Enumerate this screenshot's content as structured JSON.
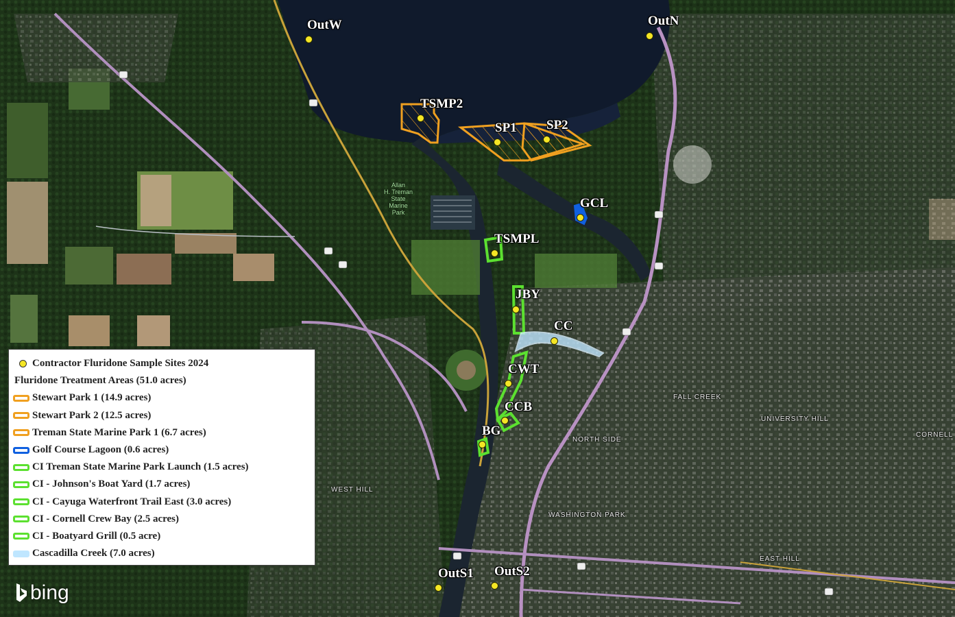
{
  "map": {
    "sample_sites": [
      {
        "id": "OutW",
        "label": "OutW"
      },
      {
        "id": "OutN",
        "label": "OutN"
      },
      {
        "id": "TSMP2",
        "label": "TSMP2"
      },
      {
        "id": "SP1",
        "label": "SP1"
      },
      {
        "id": "SP2",
        "label": "SP2"
      },
      {
        "id": "GCL",
        "label": "GCL"
      },
      {
        "id": "TSMPL",
        "label": "TSMPL"
      },
      {
        "id": "JBY",
        "label": "JBY"
      },
      {
        "id": "CC",
        "label": "CC"
      },
      {
        "id": "CWT",
        "label": "CWT"
      },
      {
        "id": "CCB",
        "label": "CCB"
      },
      {
        "id": "BG",
        "label": "BG"
      },
      {
        "id": "OutS1",
        "label": "OutS1"
      },
      {
        "id": "OutS2",
        "label": "OutS2"
      }
    ],
    "place_labels": {
      "fall_creek": "FALL CREEK",
      "university_hill": "UNIVERSITY HILL",
      "cornell": "CORNELL",
      "north_side": "NORTH SIDE",
      "west_hill": "WEST HILL",
      "washington_park": "WASHINGTON PARK",
      "east_hill": "EAST HILL"
    },
    "park_label": "Allan\nH. Treman\nState\nMarine\nPark",
    "colors": {
      "orange_area": "#f0a020",
      "blue_area": "#1060e0",
      "green_area": "#5ce030",
      "lightblue_area": "#bfe6ff",
      "sample_dot": "#f5e625"
    }
  },
  "legend": {
    "sample_sites_label": "Contractor Fluridone Sample Sites 2024",
    "treatment_heading": "Fluridone Treatment Areas (51.0 acres)",
    "items": [
      {
        "label": "Stewart Park 1 (14.9 acres)",
        "color": "#f0a020"
      },
      {
        "label": "Stewart Park 2 (12.5 acres)",
        "color": "#f0a020"
      },
      {
        "label": "Treman State Marine Park 1 (6.7 acres)",
        "color": "#f0a020"
      },
      {
        "label": "Golf Course Lagoon (0.6 acres)",
        "color": "#1060e0"
      },
      {
        "label": "CI   Treman State Marine Park Launch (1.5 acres)",
        "color": "#5ce030"
      },
      {
        "label": "CI - Johnson's Boat Yard (1.7 acres)",
        "color": "#5ce030"
      },
      {
        "label": "CI - Cayuga Waterfront Trail East (3.0 acres)",
        "color": "#5ce030"
      },
      {
        "label": "CI - Cornell Crew Bay (2.5 acres)",
        "color": "#5ce030"
      },
      {
        "label": "CI - Boatyard Grill (0.5 acre)",
        "color": "#5ce030"
      },
      {
        "label": "Cascadilla Creek (7.0 acres)",
        "color": "#bfe6ff"
      }
    ]
  },
  "attribution": {
    "provider": "bing"
  }
}
